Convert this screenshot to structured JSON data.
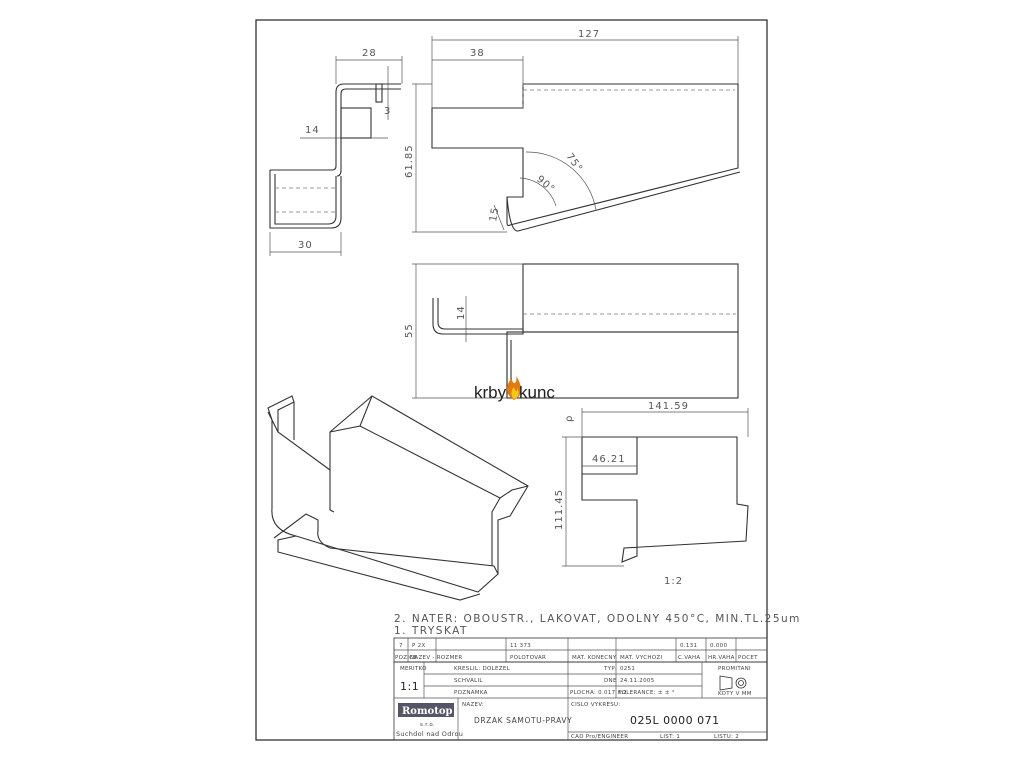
{
  "dimensions": {
    "top_width": "28",
    "lip_height": "3",
    "slot_width": "14",
    "base_width": "30",
    "total_length": "127",
    "notch_offset": "38",
    "total_height": "61.85",
    "angle_75": "75°",
    "angle_90": "90°",
    "bend_15": "15",
    "slot_14_plan": "14",
    "width_55": "55",
    "flat_length": "141.59",
    "flat_notch": "46.21",
    "flat_height": "111.45",
    "scale_flat": "1:2",
    "radius_mark": "ρ"
  },
  "logo": {
    "left": "krby",
    "right": "kunc"
  },
  "notes": {
    "line2": "2. NATER: OBOUSTR., LAKOVAT, ODOLNY 450°C, MIN.TL.25um",
    "line1": "1. TRYSKAT"
  },
  "parts_row": {
    "pos": "7",
    "size": "P 2X",
    "code": "11 373",
    "weight_a": "0.131",
    "weight_b": "0.000"
  },
  "parts_header": {
    "c1": "POZICE",
    "c2": "NAZEV - ROZMER",
    "c3": "POLOTOVAR",
    "c4": "MAT. KONECNY",
    "c5": "MAT. VYCHOZI",
    "c6": "C.VAHA",
    "c7": "HR.VAHA",
    "c8": "POCET"
  },
  "title_block": {
    "meritko_label": "MERITKO",
    "scale": "1:1",
    "kreslil": "KRESLIL: DOLEZEL",
    "schvalil": "SCHVALIL",
    "poznamka": "POZNAMKA",
    "typ_label": "TYP:",
    "typ": "0251",
    "dne_label": "DNE",
    "date": "24.11.2005",
    "plocha": "PLOCHA: 0.017 m2",
    "tolerance": "TOLERANCE: ±   ± °",
    "promitani": "PROMITANI",
    "koty": "KOTY V MM",
    "nazev_label": "NAZEV:",
    "nazev": "DRZAK SAMOTU-PRAVY",
    "cislo_label": "CISLO VYKRESU:",
    "cislo": "025L  0000  071",
    "cad": "CAD Pro/ENGINEER",
    "list": "LIST: 1",
    "listu": "LISTU: 2",
    "company": "Romotop",
    "company_sub": "s.r.o.",
    "company_city": "Suchdol nad Odrou"
  }
}
